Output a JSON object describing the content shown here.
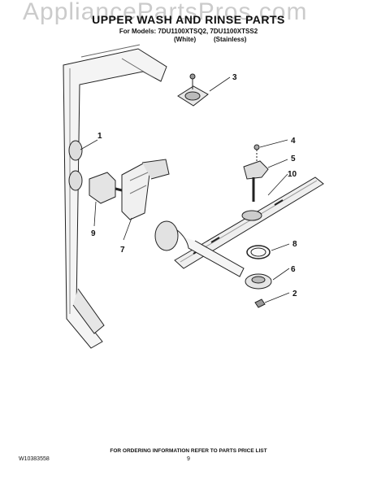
{
  "watermark": "AppliancePartsPros.com",
  "header": {
    "title": "UPPER WASH AND RINSE PARTS",
    "models": "For Models: 7DU1100XTSQ2, 7DU1100XTSS2",
    "finish_white": "(White)",
    "finish_stainless": "(Stainless)"
  },
  "callouts": [
    "1",
    "2",
    "3",
    "4",
    "5",
    "6",
    "7",
    "8",
    "9",
    "10"
  ],
  "footer": {
    "note": "FOR ORDERING INFORMATION REFER TO PARTS PRICE LIST",
    "doc_number": "W10383558",
    "page_number": "9"
  }
}
